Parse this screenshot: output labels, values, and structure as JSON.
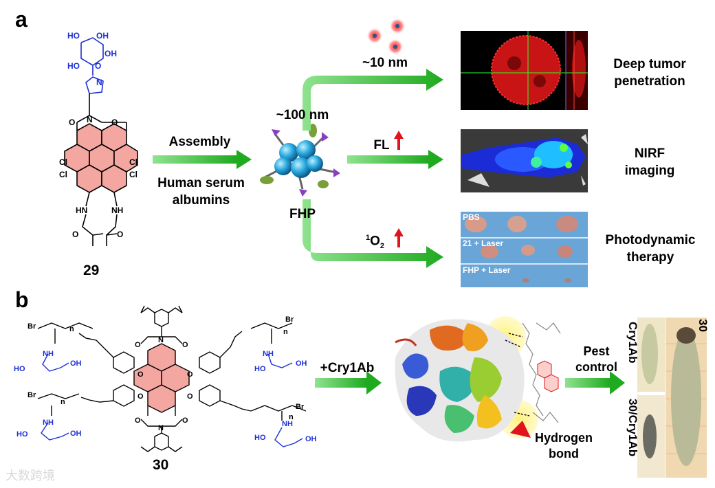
{
  "panel_a": {
    "label": "a",
    "compound_number": "29",
    "arrow_label_top": "Assembly",
    "arrow_label_bottom_line1": "Human serum",
    "arrow_label_bottom_line2": "albumins",
    "np_size": "~100 nm",
    "np_name": "FHP",
    "small_size": "~10 nm",
    "fl_label": "FL",
    "o2_label_sup": "1",
    "o2_label_main": "O",
    "o2_label_sub": "2",
    "outcome_1_line1": "Deep tumor",
    "outcome_1_line2": "penetration",
    "outcome_2_line1": "NIRF",
    "outcome_2_line2": "imaging",
    "outcome_3_line1": "Photodynamic",
    "outcome_3_line2": "therapy",
    "tumor_rows": [
      "PBS",
      "21 + Laser",
      "FHP + Laser"
    ]
  },
  "panel_b": {
    "label": "b",
    "compound_number": "30",
    "arrow_label": "+Cry1Ab",
    "arrow2_line1": "Pest",
    "arrow2_line2": "control",
    "hbond_line1": "Hydrogen",
    "hbond_line2": "bond",
    "larva_label_1": "Cry1Ab",
    "larva_label_2": "30/Cry1Ab",
    "larva_label_3": "30"
  },
  "watermark": "大数跨境",
  "colors": {
    "arrow_green": "#2db52d",
    "blue_chem": "#1a2fd6",
    "core_pink": "#f4a6a0",
    "red_arrow": "#e0141e"
  }
}
